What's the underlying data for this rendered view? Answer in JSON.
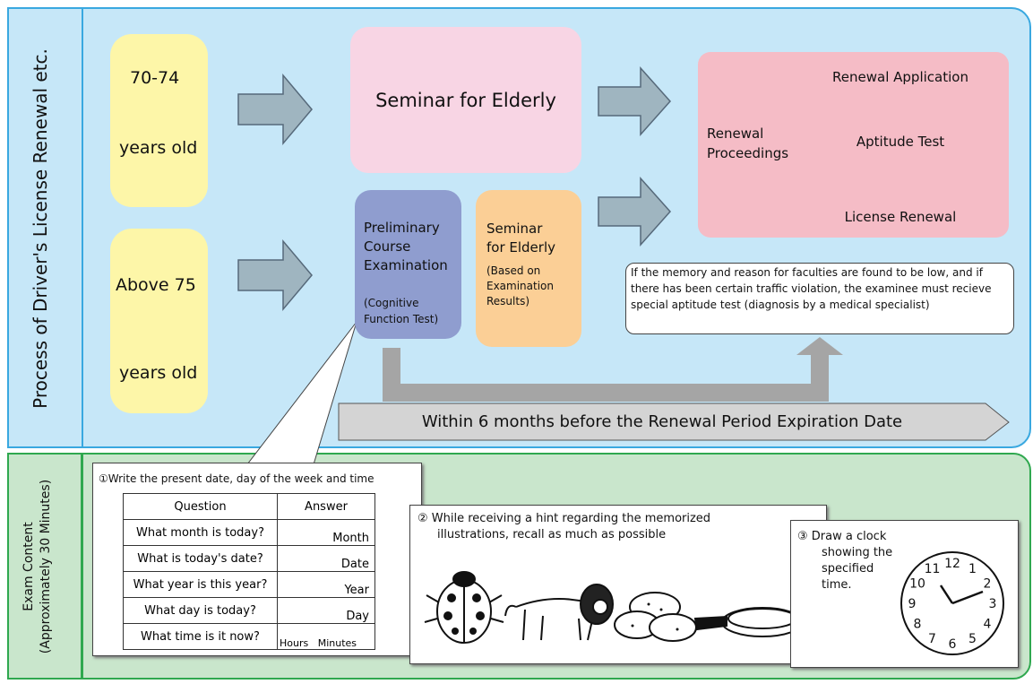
{
  "sections": {
    "process_title": "Process of Driver's License Renewal etc.",
    "exam_title_line1": "Exam Content",
    "exam_title_line2": "(Approximately 30 Minutes)"
  },
  "age_groups": {
    "group1_range": "70-74",
    "group1_suffix": "years old",
    "group2_range": "Above 75",
    "group2_suffix": "years old"
  },
  "seminar_elderly": "Seminar for Elderly",
  "preliminary": {
    "line1": "Preliminary",
    "line2": "Course",
    "line3": "Examination",
    "sub1": "(Cognitive",
    "sub2": "Function Test)"
  },
  "seminar_results": {
    "line1": "Seminar",
    "line2": "for Elderly",
    "sub1": "(Based on",
    "sub2": "Examination",
    "sub3": "Results)"
  },
  "renewal": {
    "proceedings_line1": "Renewal",
    "proceedings_line2": "Proceedings",
    "step1": "Renewal Application",
    "step2": "Aptitude Test",
    "step3": "License Renewal"
  },
  "special_note": "If the memory and reason for faculties are found to be low, and if there has been certain traffic violation, the examinee must recieve special aptitude test (diagnosis by a medical specialist)",
  "timeline": "Within 6 months before the Renewal Period Expiration Date",
  "exam1": {
    "title": "①Write the present date, day of the week and time",
    "col_question": "Question",
    "col_answer": "Answer",
    "rows": [
      {
        "q": "What month is today?",
        "a": "Month"
      },
      {
        "q": "What is today's date?",
        "a": "Date"
      },
      {
        "q": "What year is this year?",
        "a": "Year"
      },
      {
        "q": "What day is today?",
        "a": "Day"
      },
      {
        "q": "What time is it now?",
        "a1": "Hours",
        "a2": "Minutes"
      }
    ]
  },
  "exam2": {
    "line1": "② While receiving a hint regarding the memorized",
    "line2": "illustrations, recall as much as possible"
  },
  "exam3": {
    "line1": "③  Draw a clock",
    "line2": "showing the",
    "line3": "specified",
    "line4": "time."
  },
  "clock_numbers": [
    "12",
    "1",
    "2",
    "3",
    "4",
    "5",
    "6",
    "7",
    "8",
    "9",
    "10",
    "11"
  ],
  "colors": {
    "top_panel": "#c6e7f8",
    "bottom_panel": "#c9e6cc",
    "age_box": "#fdf6a8",
    "seminar_box": "#f8d5e4",
    "preliminary_box": "#8f9dcf",
    "seminar_results_box": "#fbcf96",
    "renewal_box": "#f5bcc6",
    "arrow": "#9fb5c0"
  }
}
